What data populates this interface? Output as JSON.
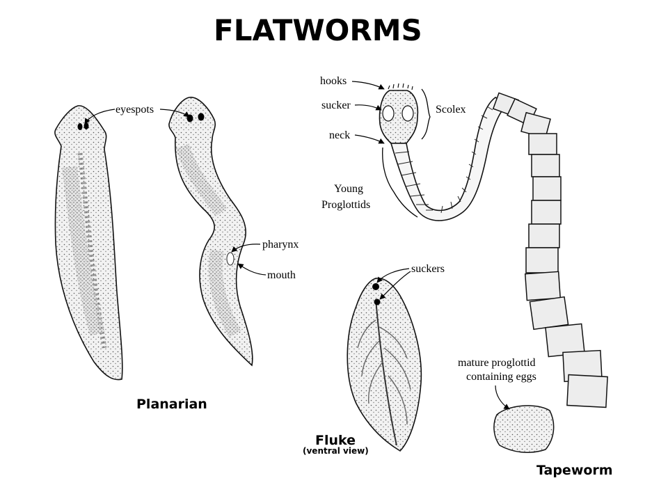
{
  "title": "FLATWORMS",
  "planarian": {
    "caption": "Planarian",
    "eyespots_label": "eyespots",
    "pharynx_label": "pharynx",
    "mouth_label": "mouth"
  },
  "tapeworm": {
    "caption": "Tapeworm",
    "hooks_label": "hooks",
    "sucker_label": "sucker",
    "neck_label": "neck",
    "scolex_label": "Scolex",
    "young_label_1": "Young",
    "young_label_2": "Proglottids",
    "mature_label_1": "mature proglottid",
    "mature_label_2": "containing eggs"
  },
  "fluke": {
    "caption": "Fluke",
    "subcaption": "(ventral view)",
    "suckers_label": "suckers"
  }
}
